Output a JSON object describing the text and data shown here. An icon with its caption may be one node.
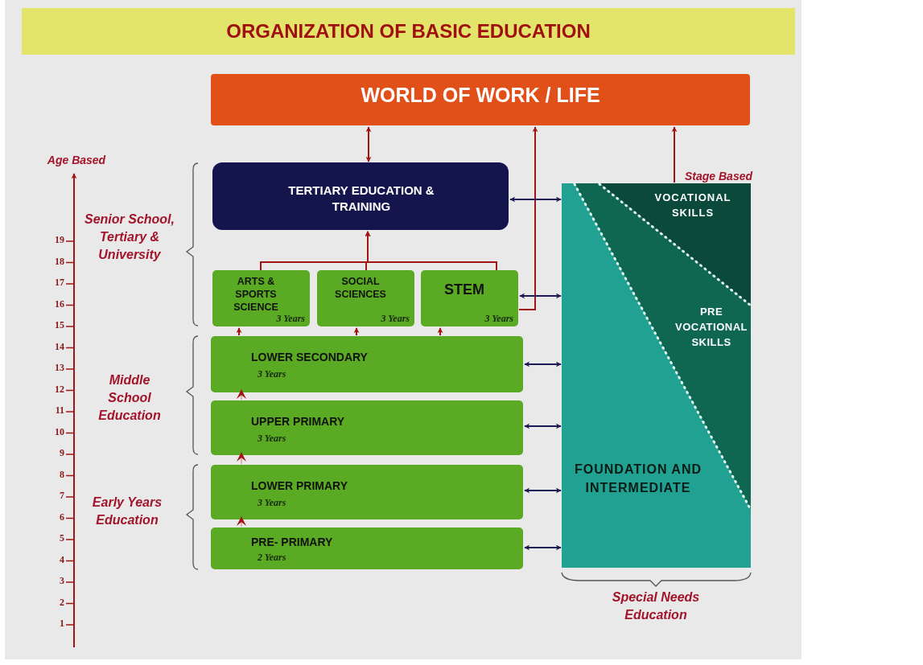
{
  "diagram": {
    "title": "ORGANIZATION OF BASIC EDUCATION",
    "nodes": [
      {
        "text": [
          "WORLD OF WORK / LIFE"
        ]
      },
      {
        "text": [
          "TERTIARY EDUCATION & TRAINING"
        ]
      },
      {
        "text": [
          "ARTS & SPORTS SCIENCE",
          "3 Years"
        ]
      },
      {
        "text": [
          "SOCIAL SCIENCES",
          "3 Years"
        ]
      },
      {
        "text": [
          "STEM",
          "3 Years"
        ]
      },
      {
        "text": [
          "LOWER SECONDARY",
          "3 Years"
        ]
      },
      {
        "text": [
          "UPPER PRIMARY",
          "3 Years"
        ]
      },
      {
        "text": [
          "LOWER PRIMARY",
          "3 Years"
        ]
      },
      {
        "text": [
          "PRE- PRIMARY",
          "2 Years"
        ]
      },
      {
        "text": [
          "VOCATIONAL SKILLS"
        ],
        "in": 11
      },
      {
        "text": [
          "PRE VOCATIONAL SKILLS"
        ],
        "in": 11
      },
      {
        "text": [
          "FOUNDATION AND INTERMEDIATE"
        ]
      }
    ],
    "edges": [
      {
        "from": 1,
        "to": 0,
        "arrow": "both"
      },
      {
        "from": 2,
        "to": 1,
        "arrow": "to"
      },
      {
        "from": 3,
        "to": 1,
        "arrow": "to"
      },
      {
        "from": 4,
        "to": 1,
        "arrow": "to"
      },
      {
        "from": 4,
        "to": 0,
        "arrow": "to"
      },
      {
        "from": 9,
        "to": 0,
        "arrow": "to"
      },
      {
        "from": 1,
        "to": 11,
        "arrow": "both",
        "color": "#1b1b55"
      },
      {
        "from": 4,
        "to": 11,
        "arrow": "both",
        "color": "#1b1b55"
      },
      {
        "from": 5,
        "to": 11,
        "arrow": "both",
        "color": "#1b1b55"
      },
      {
        "from": 6,
        "to": 11,
        "arrow": "both",
        "color": "#1b1b55"
      },
      {
        "from": 7,
        "to": 11,
        "arrow": "both",
        "color": "#1b1b55"
      },
      {
        "from": 8,
        "to": 11,
        "arrow": "both",
        "color": "#1b1b55"
      },
      {
        "from": 5,
        "to": 2,
        "arrow": "to"
      },
      {
        "from": 5,
        "to": 3,
        "arrow": "to"
      },
      {
        "from": 5,
        "to": 4,
        "arrow": "to"
      },
      {
        "from": 6,
        "to": 5,
        "arrow": "to"
      },
      {
        "from": 7,
        "to": 6,
        "arrow": "to"
      },
      {
        "from": 8,
        "to": 7,
        "arrow": "to"
      }
    ],
    "labels": [
      "Age Based",
      "Stage Based",
      "Senior School, Tertiary & University",
      "Middle School Education",
      "Early Years Education",
      "19",
      "18",
      "17",
      "16",
      "15",
      "14",
      "13",
      "12",
      "11",
      "10",
      "9",
      "8",
      "7",
      "6",
      "5",
      "4",
      "3",
      "2",
      "1",
      "Special Needs Education"
    ]
  }
}
